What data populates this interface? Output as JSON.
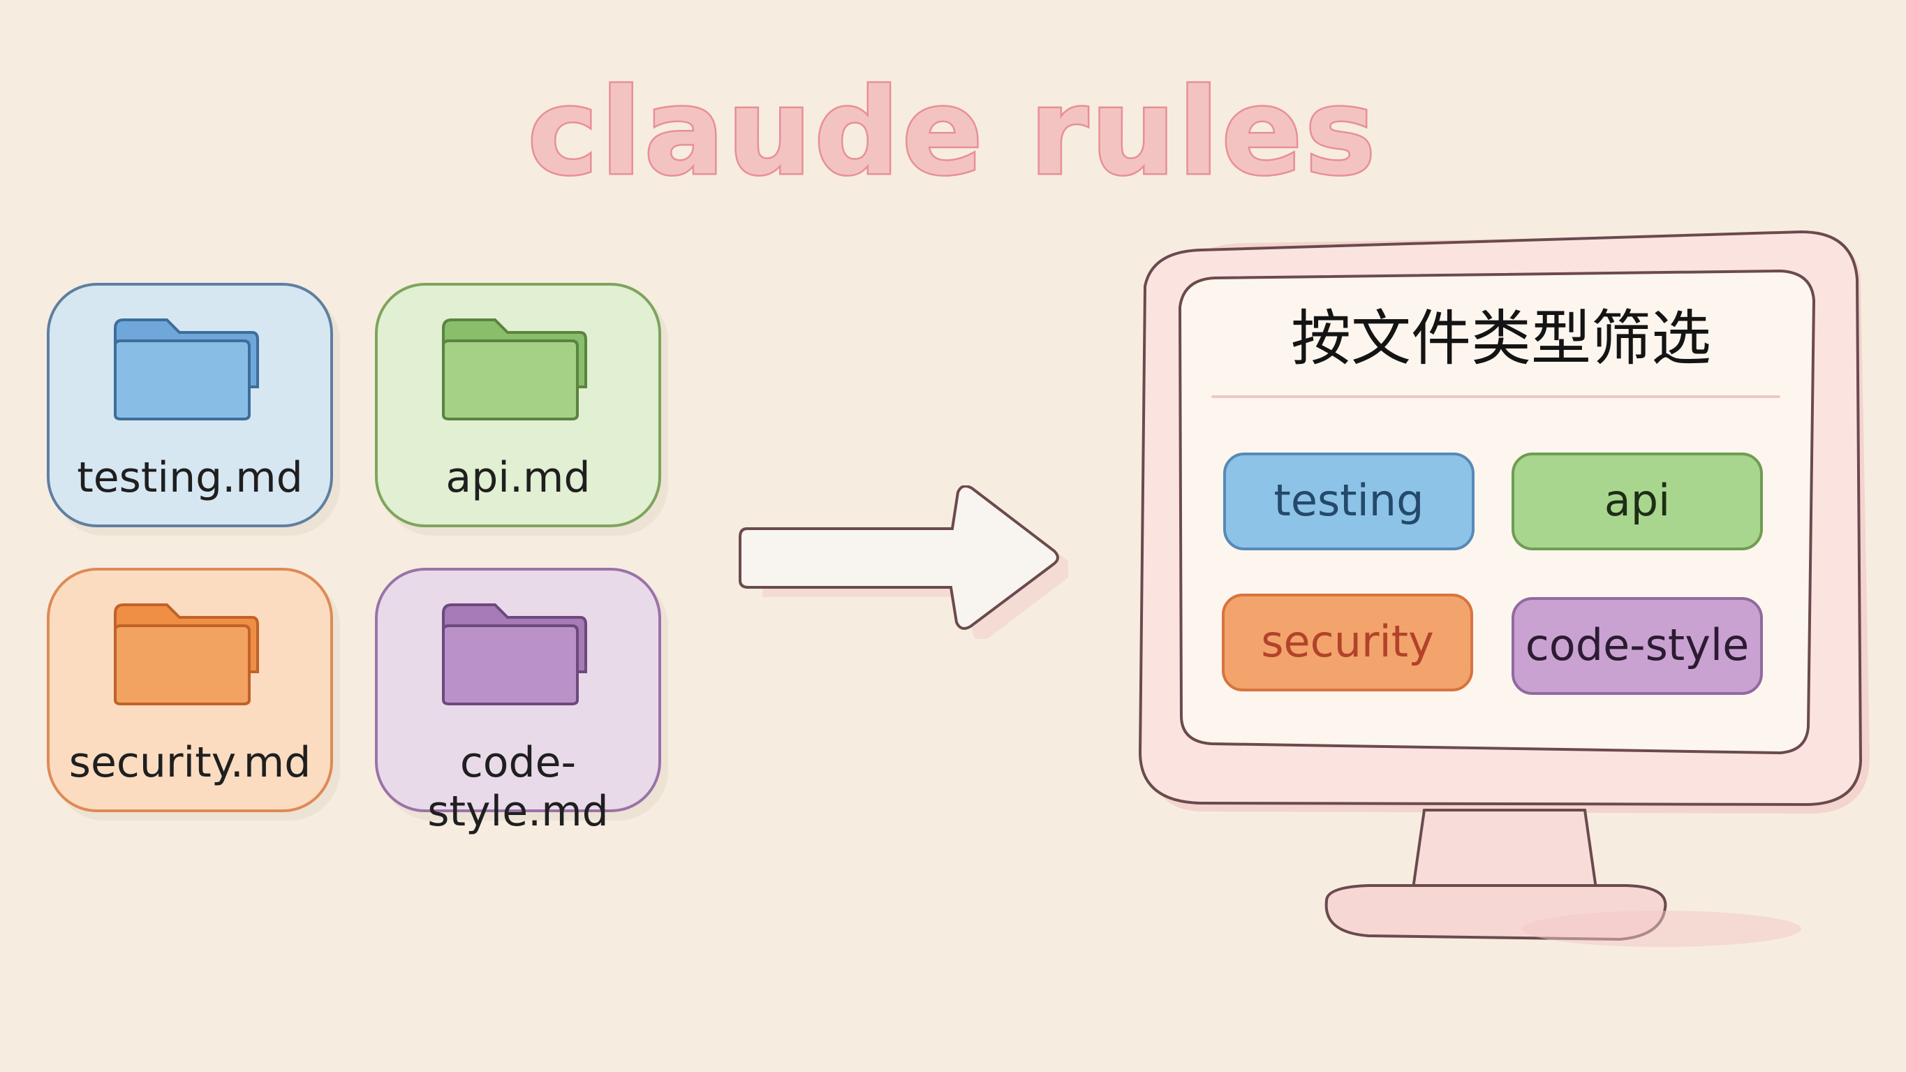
{
  "title": "claude rules",
  "files": [
    {
      "label": "testing.md",
      "icon": "folder-icon",
      "color": "#8ec3e8"
    },
    {
      "label": "api.md",
      "icon": "folder-icon",
      "color": "#a9d68e"
    },
    {
      "label": "security.md",
      "icon": "folder-icon",
      "color": "#f2a46c"
    },
    {
      "label": "code-style.md",
      "icon": "folder-icon",
      "color": "#c9a2d2"
    }
  ],
  "arrow_icon": "arrow-right-icon",
  "monitor": {
    "icon": "monitor-icon",
    "screen_title": "按文件类型筛选",
    "tags": [
      {
        "label": "testing",
        "color": "#8ec3e8"
      },
      {
        "label": "api",
        "color": "#a9d68e"
      },
      {
        "label": "security",
        "color": "#f2a46c"
      },
      {
        "label": "code-style",
        "color": "#c9a2d2"
      }
    ]
  }
}
